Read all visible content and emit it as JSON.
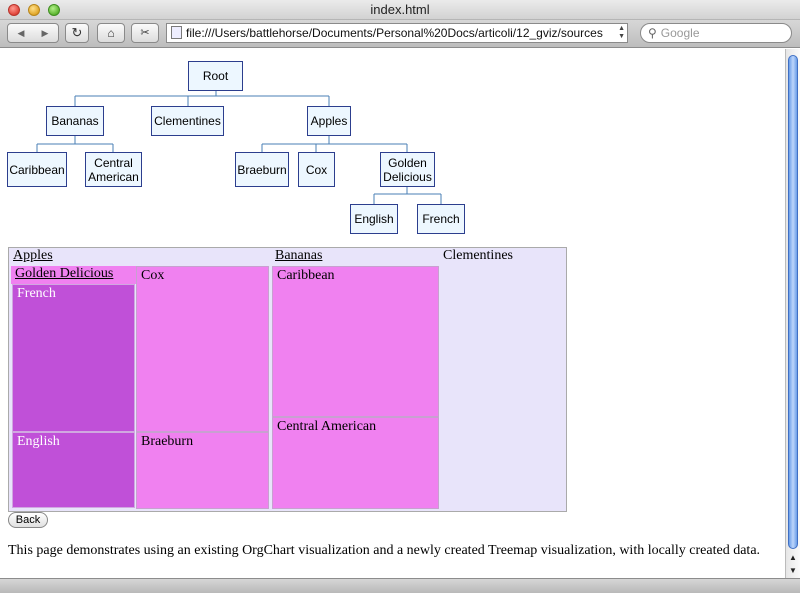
{
  "window": {
    "title": "index.html"
  },
  "toolbar": {
    "url": "file:///Users/battlehorse/Documents/Personal%20Docs/articoli/12_gviz/sources",
    "search_placeholder": "Google"
  },
  "orgchart": {
    "nodes": {
      "root": "Root",
      "bananas": "Bananas",
      "clementines": "Clementines",
      "apples": "Apples",
      "caribbean": "Caribbean",
      "central_american": "Central American",
      "braeburn": "Braeburn",
      "cox": "Cox",
      "golden_delicious": "Golden Delicious",
      "english": "English",
      "french": "French"
    }
  },
  "treemap": {
    "apples": "Apples",
    "golden_delicious": "Golden Delicious",
    "french": "French",
    "english": "English",
    "cox": "Cox",
    "braeburn": "Braeburn",
    "bananas": "Bananas",
    "caribbean": "Caribbean",
    "central_american": "Central American",
    "clementines": "Clementines"
  },
  "back_label": "Back",
  "description": "This page demonstrates using an existing OrgChart visualization and a newly created Treemap visualization, with locally created data."
}
